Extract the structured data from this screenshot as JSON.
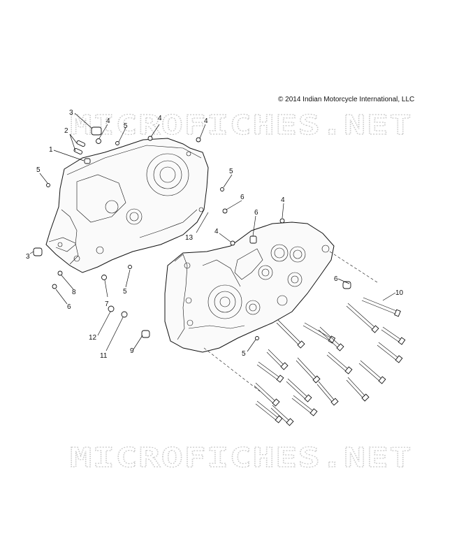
{
  "copyright": "© 2014 Indian Motorcycle International, LLC",
  "watermark_top": "MICROFICHES.NET",
  "watermark_bottom": "MICROFICHES.NET",
  "callouts": [
    "3",
    "4",
    "5",
    "4",
    "4",
    "2",
    "1",
    "5",
    "5",
    "6",
    "6",
    "4",
    "4",
    "13",
    "3",
    "6",
    "8",
    "7",
    "5",
    "12",
    "11",
    "9",
    "6",
    "10",
    "5"
  ]
}
